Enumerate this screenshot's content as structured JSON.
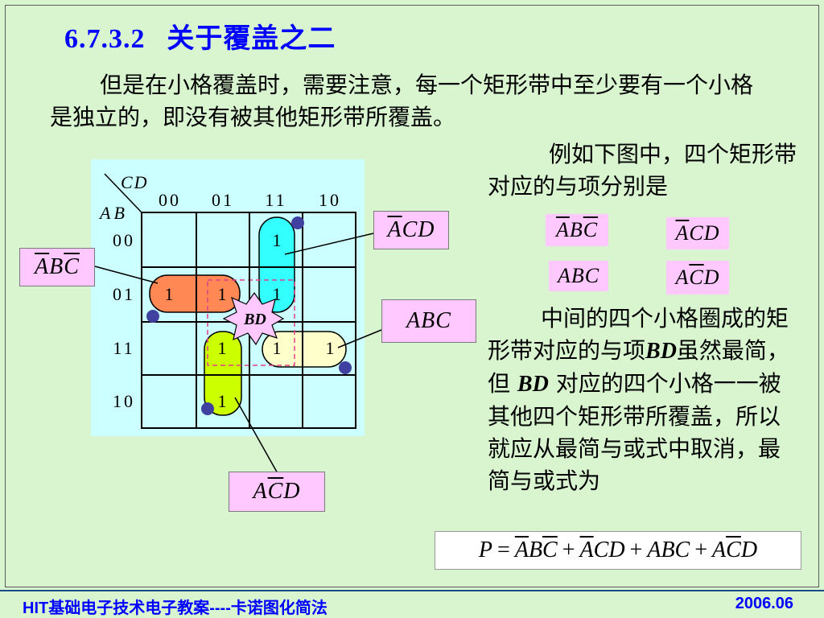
{
  "title": {
    "number": "6.7.3.2",
    "text": "关于覆盖之二"
  },
  "intro": "但是在小格覆盖时，需要注意，每一个矩形带中至少要有一个小格是独立的，即没有被其他矩形带所覆盖。",
  "example": "例如下图中，四个矩形带对应的与项分别是",
  "explanation": {
    "part1": "中间的四个小格圈成的矩形带对应的与项",
    "bd1": "BD",
    "part2": "虽然最简，但",
    "bd2": "BD",
    "part3": "对应的四个小格一一被其他四个矩形带所覆盖，所以就应从最简与或式中取消，最简与或式为"
  },
  "kmap": {
    "col_var": "CD",
    "row_var": "AB",
    "col_headers": [
      "00",
      "01",
      "11",
      "10"
    ],
    "row_headers": [
      "00",
      "01",
      "11",
      "10"
    ],
    "cells": [
      {
        "row": 0,
        "col": 2,
        "value": "1"
      },
      {
        "row": 1,
        "col": 0,
        "value": "1"
      },
      {
        "row": 1,
        "col": 1,
        "value": "1"
      },
      {
        "row": 1,
        "col": 2,
        "value": "1"
      },
      {
        "row": 2,
        "col": 1,
        "value": "1"
      },
      {
        "row": 2,
        "col": 2,
        "value": "1"
      },
      {
        "row": 2,
        "col": 3,
        "value": "1"
      },
      {
        "row": 3,
        "col": 1,
        "value": "1"
      }
    ],
    "bd_label": "BD",
    "colors": {
      "cyan_band": "#33ffff",
      "orange_band": "#ff8855",
      "yellow_band": "#ffffcc",
      "lime_band": "#ccff00",
      "bd_star": "#ffc8ff",
      "dot": "#4040a0"
    }
  },
  "callouts": {
    "acd_top": {
      "c1": "A",
      "c2": "CD"
    },
    "abc_bar_left": {
      "c1": "A",
      "c2": "B",
      "c3": "C"
    },
    "abc_right": {
      "text": "ABC"
    },
    "acd_bottom": {
      "c1": "A",
      "c2": "C",
      "c3": "D"
    }
  },
  "terms": {
    "t1": {
      "c1": "A",
      "c2": "B",
      "c3": "C"
    },
    "t2": {
      "c1": "A",
      "c2": "CD"
    },
    "t3": {
      "text": "ABC"
    },
    "t4": {
      "c1": "A",
      "c2": "C",
      "c3": "D"
    }
  },
  "formula": {
    "lhs": "P",
    "eq": "=",
    "p1a": "A",
    "p1b": "B",
    "p1c": "C",
    "plus": "+",
    "p2a": "A",
    "p2b": "CD",
    "p3": "ABC",
    "p4a": "A",
    "p4b": "C",
    "p4c": "D"
  },
  "footer": {
    "left": "HIT基础电子技术电子教案----卡诺图化简法",
    "right": "2006.06"
  }
}
